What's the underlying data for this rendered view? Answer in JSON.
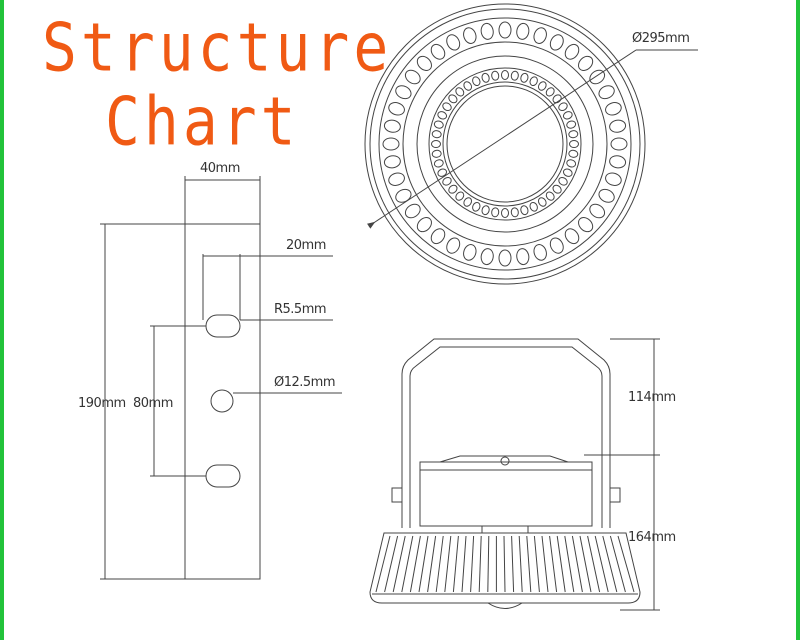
{
  "title": {
    "line1": "Structure",
    "line2": "Chart"
  },
  "colors": {
    "title": "#f05a14",
    "border": "#22c33a",
    "line": "#444444"
  },
  "bracket": {
    "width": "40mm",
    "slot_width": "20mm",
    "slot_radius": "R5.5mm",
    "hole_diameter": "Ø12.5mm",
    "total_height": "190mm",
    "hole_spacing": "80mm"
  },
  "top_view": {
    "diameter": "Ø295mm"
  },
  "side_view": {
    "bracket_height": "114mm",
    "body_height": "164mm"
  }
}
